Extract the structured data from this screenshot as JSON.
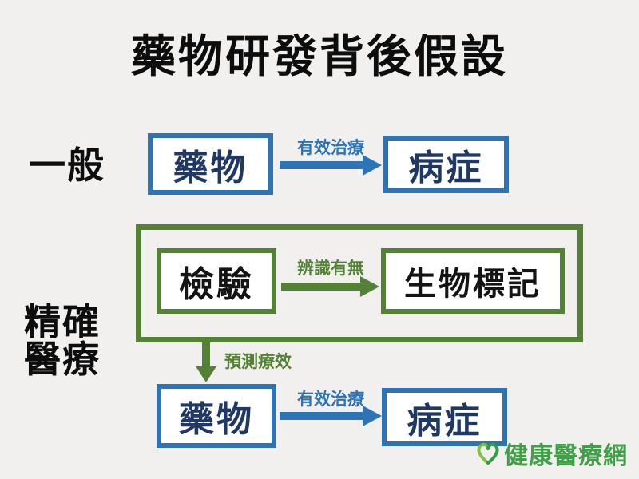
{
  "title": "藥物研發背後假設",
  "general_row": {
    "label": "一般",
    "drug_box": "藥物",
    "arrow_label": "有效治療",
    "disease_box": "病症"
  },
  "precision_section": {
    "label_line1": "精確",
    "label_line2": "醫療",
    "test_box": "檢驗",
    "identify_arrow_label": "辨識有無",
    "biomarker_box": "生物標記",
    "predict_arrow_label": "預測療效",
    "drug_box": "藥物",
    "treat_arrow_label": "有效治療",
    "disease_box": "病症"
  },
  "logo": {
    "text": "健康醫療網"
  },
  "colors": {
    "blue": "#2e74b5",
    "green": "#538135",
    "blue_box_text": "#1f3864",
    "logo_green": "#3fa047",
    "background": "#f1f0ee"
  }
}
